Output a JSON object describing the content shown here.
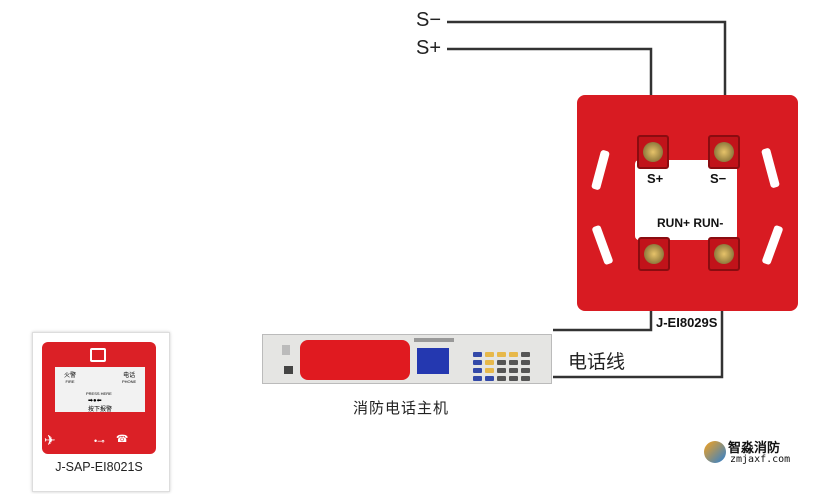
{
  "wires": {
    "s_minus": "S−",
    "s_plus": "S+",
    "phone_line": "电话线"
  },
  "module": {
    "model": "J-EI8029S",
    "terminals": {
      "s_plus": "S+",
      "s_minus": "S−",
      "run": "RUN+ RUN-"
    },
    "color": "#d81b22"
  },
  "phone_host": {
    "caption": "消防电话主机"
  },
  "pull_station": {
    "model": "J-SAP-EI8021S",
    "fire": "火警",
    "fire_en": "FIRE",
    "phone": "电话",
    "phone_en": "PHONE",
    "press": "PRESS HERE",
    "press_cn": "按下报警"
  },
  "logo": {
    "name": "智淼消防",
    "url": "zmjaxf.com"
  }
}
